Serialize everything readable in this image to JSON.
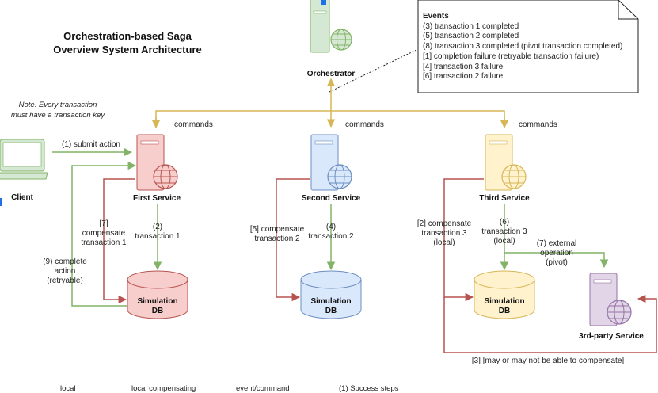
{
  "title": {
    "line1": "Orchestration-based Saga",
    "line2": "Overview System Architecture"
  },
  "note": {
    "line1": "Note: Every transaction",
    "line2": "must have a transaction key"
  },
  "events": {
    "heading": "Events",
    "items": [
      "(3) transaction 1 completed",
      "(5) transaction 2 completed",
      "(8) transaction 3 completed (pivot transaction completed)",
      "[1] completion failure (retryable transaction failure)",
      "[4] transaction 3 failure",
      "[6] transaction 2 failure"
    ]
  },
  "nodes": {
    "orchestrator": "Orchestrator",
    "client": "Client",
    "first_service": "First Service",
    "second_service": "Second Service",
    "third_service": "Third Service",
    "third_party_service": "3rd-party Service",
    "db_line1": "Simulation",
    "db_line2": "DB"
  },
  "edges": {
    "commands": "commands",
    "submit_action": "(1) submit action",
    "t1_num": "(2)",
    "t1_label": "transaction 1",
    "c1_num": "[7]",
    "c1_l1": "compensate",
    "c1_l2": "transaction 1",
    "complete_l1": "(9) complete",
    "complete_l2": "action",
    "complete_l3": "(retryable)",
    "c2_l1": "[5] compensate",
    "c2_l2": "transaction 2",
    "t2_num": "(4)",
    "t2_label": "transaction 2",
    "c3_l1": "[2] compensate",
    "c3_l2": "transaction 3",
    "c3_l3": "(local)",
    "t3_num": "(6)",
    "t3_label": "transaction 3",
    "t3_local": "(local)",
    "ext_l1": "(7) external",
    "ext_l2": "operation",
    "ext_l3": "(pivot)",
    "may_not": "[3] [may or may not be able to compensate]"
  },
  "legend": {
    "local": "local",
    "local_compensating": "local compensating",
    "event_command": "event/command",
    "success_steps": "(1) Success steps"
  },
  "colors": {
    "command_arrow": "#d6b656",
    "success_arrow": "#82b366",
    "compensate_arrow": "#b85450",
    "red_fill": "#f8cecc",
    "blue_fill": "#dae8fc",
    "yellow_fill": "#fff2cc",
    "green_fill": "#d5e8d4",
    "purple_fill": "#e1d5e7"
  }
}
